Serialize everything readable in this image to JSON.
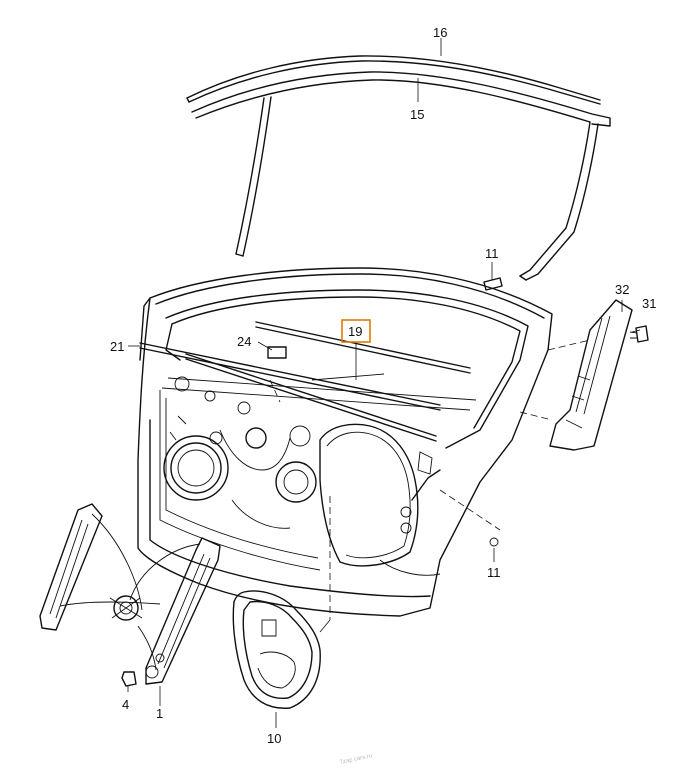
{
  "part_labels": {
    "p16": "16",
    "p15": "15",
    "p11_top": "11",
    "p32": "32",
    "p31": "31",
    "p21": "21",
    "p24": "24",
    "p19": "19",
    "p11_bottom": "11",
    "p4": "4",
    "p1": "1",
    "p10": "10"
  },
  "watermark": "7zap cars.ru",
  "colors": {
    "line": "#111111",
    "highlight": "#e07b00",
    "background": "#ffffff"
  }
}
